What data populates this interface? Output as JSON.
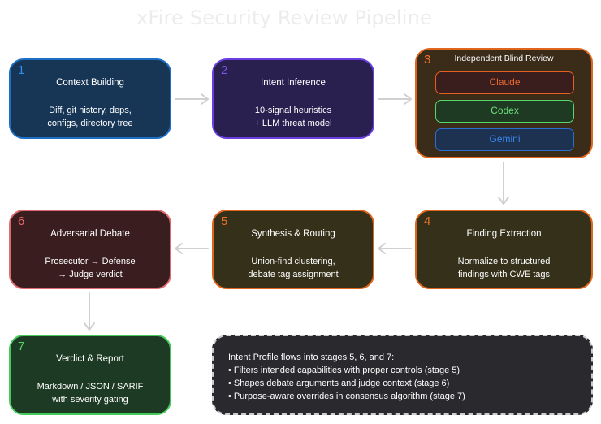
{
  "title": "xFire Security Review Pipeline",
  "stages": [
    {
      "num": "1",
      "name": "Context Building",
      "desc": [
        "Diff, git history, deps,",
        "configs, directory tree"
      ]
    },
    {
      "num": "2",
      "name": "Intent Inference",
      "desc": [
        "10-signal heuristics",
        "+ LLM threat model"
      ]
    },
    {
      "num": "3",
      "name": "Independent Blind Review",
      "models": [
        "Claude",
        "Codex",
        "Gemini"
      ]
    },
    {
      "num": "4",
      "name": "Finding Extraction",
      "desc": [
        "Normalize to structured",
        "findings with CWE tags"
      ]
    },
    {
      "num": "5",
      "name": "Synthesis & Routing",
      "desc": [
        "Union-find clustering,",
        "debate tag assignment"
      ]
    },
    {
      "num": "6",
      "name": "Adversarial Debate",
      "desc": [
        "Prosecutor → Defense",
        "→ Judge verdict"
      ]
    },
    {
      "num": "7",
      "name": "Verdict & Report",
      "desc": [
        "Markdown / JSON / SARIF",
        "with severity gating"
      ]
    }
  ],
  "note": {
    "heading": "Intent Profile flows into stages 5, 6, and 7:",
    "bullets": [
      "• Filters intended capabilities with proper controls (stage 5)",
      "• Shapes debate arguments and judge context (stage 6)",
      "• Purpose-aware overrides in consensus algorithm (stage 7)"
    ]
  },
  "colors": {
    "arrow": "#d0d0d0",
    "stage1": "#1c6fc4",
    "stage2": "#6a3ee0",
    "stage3": "#e0661e",
    "stage6": "#e06a70",
    "stage7": "#45c95a"
  }
}
